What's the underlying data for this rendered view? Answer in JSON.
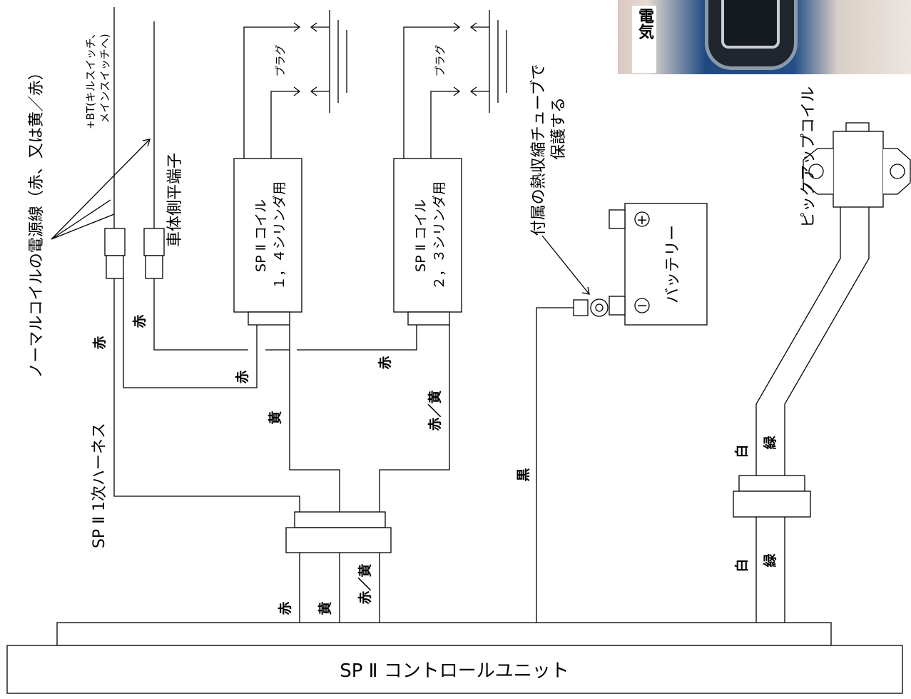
{
  "photo": {
    "caption": "電気"
  },
  "labels": {
    "control_unit": "SP Ⅱ コントロールユニット",
    "normal_coil": "ノーマルコイルの電源線（赤、又は黄／赤）",
    "bt_line1": "+BT(キルスイッチ、",
    "bt_line2": "メインスイッチへ)",
    "vehicle_terminal": "車体側平端子",
    "harness": "SP Ⅱ 1次ハーネス",
    "coil1_line1": "SP Ⅱ コイル",
    "coil1_line2": "１，４シリンダ用",
    "coil2_line1": "SP Ⅱ コイル",
    "coil2_line2": "２，３シリンダ用",
    "plug": "プラグ",
    "tube_line1": "付属の熱収縮チューブで",
    "tube_line2": "保護する",
    "battery": "バッテリー",
    "pickup": "ピックアップコイル",
    "plus": "+",
    "minus": "−"
  },
  "wires": {
    "red": "赤",
    "yellow": "黄",
    "red_yellow": "赤／黄",
    "black": "黒",
    "white": "白",
    "green": "緑"
  }
}
